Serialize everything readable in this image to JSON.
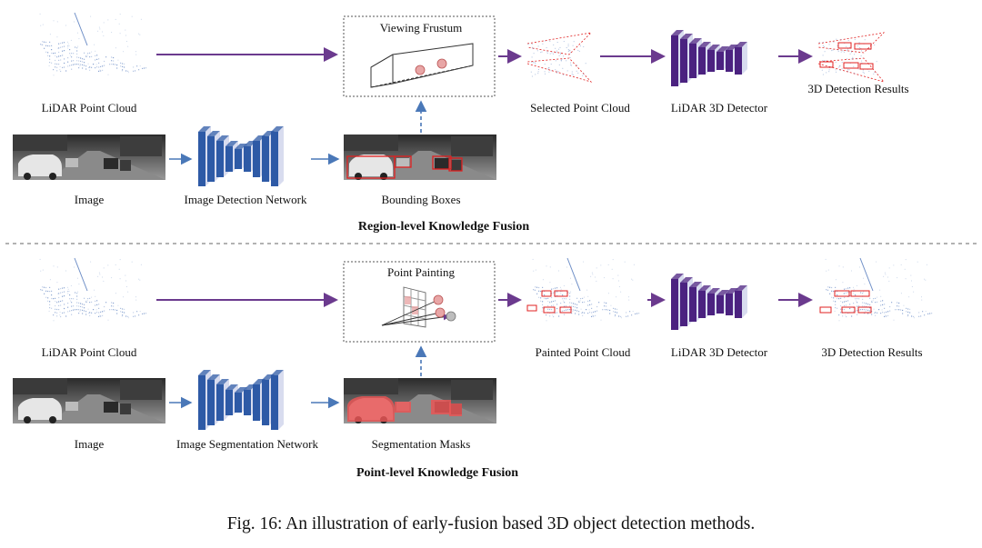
{
  "region": {
    "lidar_label": "LiDAR Point Cloud",
    "frustum_title": "Viewing Frustum",
    "selected_label": "Selected Point Cloud",
    "detector_label": "LiDAR 3D Detector",
    "results_label": "3D Detection Results",
    "image_label": "Image",
    "network_label": "Image Detection Network",
    "boxes_label": "Bounding Boxes",
    "section_title": "Region-level Knowledge Fusion"
  },
  "point": {
    "lidar_label": "LiDAR Point Cloud",
    "painting_title": "Point Painting",
    "painted_label": "Painted Point Cloud",
    "detector_label": "LiDAR 3D Detector",
    "results_label": "3D Detection Results",
    "image_label": "Image",
    "network_label": "Image Segmentation Network",
    "masks_label": "Segmentation Masks",
    "section_title": "Point-level Knowledge Fusion"
  },
  "caption": "Fig. 16: An illustration of early-fusion based 3D object detection methods.",
  "colors": {
    "purple_arrow": "#6b3a8e",
    "blue_arrow": "#4a78b8",
    "blue_net": "#2e5aa6",
    "purple_net": "#4b2280",
    "box_red": "#e02020",
    "mask_red": "#e85555",
    "lidar_blue": "#6f8fc7"
  }
}
